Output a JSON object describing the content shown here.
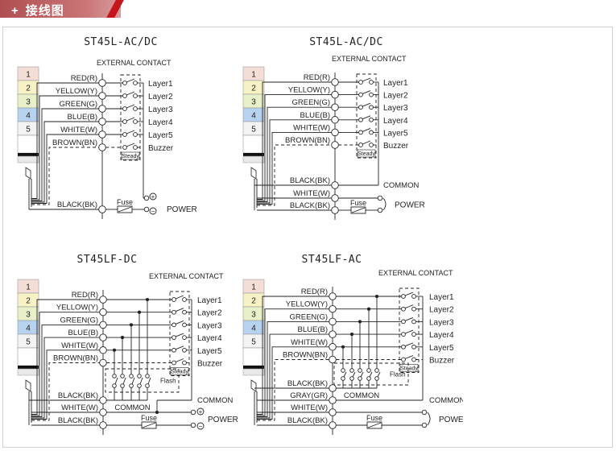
{
  "header": {
    "icon": "+",
    "title": "接线图"
  },
  "tier_colors": [
    "#f4ddd6",
    "#f7f2c6",
    "#e7f0c9",
    "#b7d2ef",
    "#f3f3f3"
  ],
  "panels": [
    {
      "title": "ST45L-AC/DC",
      "external_contact": "EXTERNAL CONTACT",
      "tiers": [
        "1",
        "2",
        "3",
        "4",
        "5"
      ],
      "wires": [
        "RED(R)",
        "YELLOW(Y)",
        "GREEN(G)",
        "BLUE(B)",
        "WHITE(W)",
        "BROWN(BN)"
      ],
      "outputs": [
        "Layer1",
        "Layer2",
        "Layer3",
        "Layer4",
        "Layer5",
        "Buzzer"
      ],
      "steady": "Steady",
      "bottom_wires": [
        "BLACK(BK)"
      ],
      "fuse": "Fuse",
      "power": "POWER",
      "plus": "+",
      "minus": "−"
    },
    {
      "title": "ST45L-AC/DC",
      "external_contact": "EXTERNAL CONTACT",
      "tiers": [
        "1",
        "2",
        "3",
        "4",
        "5"
      ],
      "wires": [
        "RED(R)",
        "YELLOW(Y)",
        "GREEN(G)",
        "BLUE(B)",
        "WHITE(W)",
        "BROWN(BN)"
      ],
      "outputs": [
        "Layer1",
        "Layer2",
        "Layer3",
        "Layer4",
        "Layer5",
        "Buzzer"
      ],
      "steady": "Steady",
      "bottom_wires": [
        "BLACK(BK)",
        "WHITE(W)",
        "BLACK(BK)"
      ],
      "common": "COMMON",
      "fuse": "Fuse",
      "power": "POWER"
    },
    {
      "title": "ST45LF-DC",
      "external_contact": "EXTERNAL CONTACT",
      "tiers": [
        "1",
        "2",
        "3",
        "4",
        "5"
      ],
      "wires": [
        "RED(R)",
        "YELLOW(Y)",
        "GREEN(G)",
        "BLUE(B)",
        "WHITE(W)",
        "BROWN(BN)"
      ],
      "outputs": [
        "Layer1",
        "Layer2",
        "Layer3",
        "Layer4",
        "Layer5",
        "Buzzer"
      ],
      "steady": "Steady",
      "flash": "Flash",
      "flash_common": "COMMON",
      "bottom_wires": [
        "BLACK(BK)",
        "WHITE(W)",
        "BLACK(BK)"
      ],
      "common": "COMMON",
      "fuse": "Fuse",
      "power": "POWER",
      "plus": "+",
      "minus": "−"
    },
    {
      "title": "ST45LF-AC",
      "external_contact": "EXTERNAL CONTACT",
      "tiers": [
        "1",
        "2",
        "3",
        "4",
        "5"
      ],
      "wires": [
        "RED(R)",
        "YELLOW(Y)",
        "GREEN(G)",
        "BLUE(B)",
        "WHITE(W)",
        "BROWN(BN)"
      ],
      "outputs": [
        "Layer1",
        "Layer2",
        "Layer3",
        "Layer4",
        "Layer5",
        "Buzzer"
      ],
      "steady": "Steady",
      "flash": "Flash",
      "flash_common": "COMMON",
      "bottom_wires": [
        "BLACK(BK)",
        "GRAY(GR)",
        "WHITE(W)",
        "BLACK(BK)"
      ],
      "common": "COMMON",
      "fuse": "Fuse",
      "power": "POWER"
    }
  ]
}
